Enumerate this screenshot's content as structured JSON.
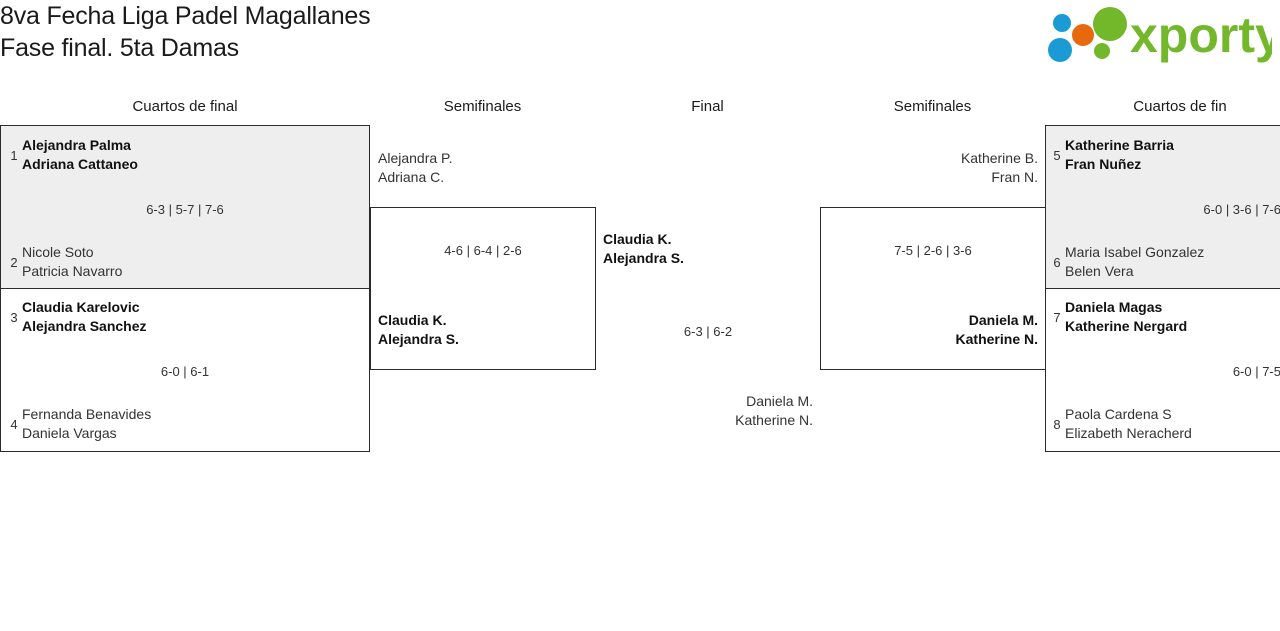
{
  "header": {
    "title_line1": "8va Fecha Liga Padel Magallanes",
    "title_line2": "Fase final. 5ta Damas",
    "logo_text": "xporty",
    "logo_colors": {
      "green": "#73b72a",
      "orange": "#e8680e",
      "blue": "#1b9ad6"
    }
  },
  "columns": {
    "qf_left": "Cuartos de final",
    "sf_left": "Semifinales",
    "final": "Final",
    "sf_right": "Semifinales",
    "qf_right": "Cuartos de fin"
  },
  "rounds": {
    "quarterfinals_left": [
      {
        "shaded": true,
        "score": "6-3 | 5-7 | 7-6",
        "top": {
          "seed": "1",
          "player1": "Alejandra Palma",
          "player2": "Adriana Cattaneo",
          "winner": true
        },
        "bottom": {
          "seed": "2",
          "player1": "Nicole Soto",
          "player2": "Patricia Navarro",
          "winner": false
        }
      },
      {
        "shaded": false,
        "score": "6-0 | 6-1",
        "top": {
          "seed": "3",
          "player1": "Claudia Karelovic",
          "player2": "Alejandra Sanchez",
          "winner": true
        },
        "bottom": {
          "seed": "4",
          "player1": "Fernanda Benavides",
          "player2": "Daniela Vargas",
          "winner": false
        }
      }
    ],
    "semifinal_left": {
      "score": "4-6 | 6-4 | 2-6",
      "top": {
        "player1": "Alejandra P.",
        "player2": "Adriana C.",
        "winner": false
      },
      "bottom": {
        "player1": "Claudia K.",
        "player2": "Alejandra S.",
        "winner": true
      }
    },
    "final": {
      "score": "6-3 | 6-2",
      "top": {
        "player1": "Claudia K.",
        "player2": "Alejandra S.",
        "winner": true
      },
      "bottom": {
        "player1": "Daniela M.",
        "player2": "Katherine N.",
        "winner": false
      }
    },
    "semifinal_right": {
      "score": "7-5 | 2-6 | 3-6",
      "top": {
        "player1": "Katherine B.",
        "player2": "Fran N.",
        "winner": false
      },
      "bottom": {
        "player1": "Daniela M.",
        "player2": "Katherine N.",
        "winner": true
      }
    },
    "quarterfinals_right": [
      {
        "shaded": true,
        "score": "6-0 | 3-6 | 7-6",
        "top": {
          "seed": "5",
          "player1": "Katherine Barria",
          "player2": "Fran Nuñez",
          "winner": true
        },
        "bottom": {
          "seed": "6",
          "player1": "Maria Isabel Gonzalez",
          "player2": "Belen Vera",
          "winner": false
        }
      },
      {
        "shaded": false,
        "score": "6-0 | 7-5",
        "top": {
          "seed": "7",
          "player1": "Daniela Magas",
          "player2": "Katherine Nergard",
          "winner": true
        },
        "bottom": {
          "seed": "8",
          "player1": "Paola Cardena S",
          "player2": "Elizabeth Neracherd",
          "winner": false
        }
      }
    ]
  }
}
